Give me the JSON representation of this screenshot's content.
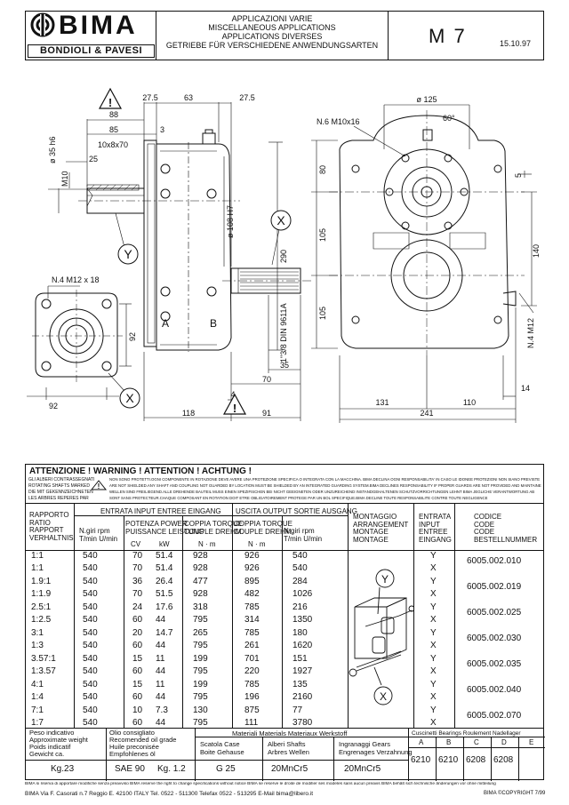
{
  "header": {
    "brand": "BIMA",
    "company": "BONDIOLI & PAVESI",
    "title_lines": [
      "APPLICAZIONI VARIE",
      "MISCELLANEOUS APPLICATIONS",
      "APPLICATIONS DIVERSES",
      "GETRIEBE FÜR VERSCHIEDENE ANWENDUNGSARTEN"
    ],
    "model": "M 7",
    "date": "15.10.97"
  },
  "drawing": {
    "dims": {
      "d275a": "27.5",
      "d63": "63",
      "d275b": "27.5",
      "d88": "88",
      "d85": "85",
      "d3": "3",
      "d35h6": "ø 35 h6",
      "key": "10x8x70",
      "d25": "25",
      "m10": "M10",
      "d108": "ø 108 H7",
      "d290": "290",
      "din": "1\"3/8 DIN 9611A",
      "d35": "35",
      "d70": "70",
      "d4": "4",
      "d118": "118",
      "d91": "91",
      "n4m12x18": "N.4 M12 x 18",
      "d92v": "92",
      "d92h": "92",
      "d125": "ø 125",
      "n6": "N.6 M10x16",
      "a60": "60°",
      "d80": "80",
      "d105a": "105",
      "d105b": "105",
      "d5": "5",
      "d140": "140",
      "n4m12": "N.4 M12",
      "d14": "14",
      "d131": "131",
      "d110": "110",
      "d241": "241"
    },
    "labels": {
      "x": "X",
      "y": "Y",
      "a": "A",
      "b": "B"
    }
  },
  "warning": {
    "title": "ATTENZIONE !   WARNING !   ATTENTION !   ACHTUNG !",
    "left_lines": [
      "GLI ALBERI CONTRASSEGNATI",
      "ROTATING SHAFTS MARKED",
      "DIE MIT GEKENNZEICHNETEN",
      "LES ARBRES REPERES PAR"
    ],
    "right_lines": [
      "NON SONO PROTETTI.OGNI COMPONENTE IN ROTAZIONE DEVE AVERE UNA PROTEZIONE SPECIFICA O INTEGRATA CON LA MACCHINA. BIMA DECLINA OGNI RESPONSABILITA' IN CASO LE IDONEE PROTEZIONI NON SIANO PREVISTE",
      "ARE NOT SHIELDED.ANY SHAFT AND COUPLING NOT GUARDED BY LOCATION MUST BE SHIELDED BY AN INTEGRATED GUARDING SYSTEM.BIMA DECLINES RESPONSABILITY IF PROPER GUARDS ARE NOT PROVIDED AND MAINTAINED",
      "WELLEN SIND FREILIEGEND.ALLE DREHENDE BAUTEIL MUSS EINEN SPEZIFISCHEN BEI NICHT GEEIGNETEN ODER UNZUREICHEND INSTANDGEHALTENEN SCHUTZVORRICHTUNGEN LEHNT BIMA JEGLICHE VERANTWORTUNG AB",
      "SONT SANS PROTECTEUR.CHAQUE COMPOSANT EN ROTATION DOIT ETRE OBLIGATOIREMENT PROTEGE PAR UN BOL SPECIFIQUE.BIMA DECLINE TOUTE RESPONSABILITE CONTRE TOUTE NEGLIGENCE"
    ]
  },
  "table": {
    "head": {
      "ratio": [
        "RAPPORTO",
        "RATIO",
        "RAPPORT",
        "VERHALTNIS"
      ],
      "input_title": "ENTRATA INPUT ENTREE EINGANG",
      "output_title": "USCITA OUTPUT SORTIE AUSGANG",
      "ngiri": "N.giri  rpm",
      "tmin": "T/min  U/min",
      "power": [
        "POTENZA POWER",
        "PUISSANCE LEISTUNG"
      ],
      "cv": "CV",
      "kw": "kW",
      "torque": [
        "COPPIA TORQUE",
        "COUPLE DREHM."
      ],
      "nm": "N · m",
      "montaggio": [
        "MONTAGGIO",
        "ARRANGEMENT",
        "MONTAGE",
        "MONTAGE"
      ],
      "entrata": [
        "ENTRATA",
        "INPUT",
        "ENTREE",
        "EINGANG"
      ],
      "codice": [
        "CODICE",
        "CODE",
        "CODE",
        "BESTELLNUMMER"
      ]
    },
    "groups": [
      {
        "rows": [
          [
            "1:1",
            "540",
            "70",
            "51.4",
            "928",
            "926",
            "540",
            "Y"
          ],
          [
            "1:1",
            "540",
            "70",
            "51.4",
            "928",
            "926",
            "540",
            "X"
          ]
        ],
        "code": "6005.002.010"
      },
      {
        "rows": [
          [
            "1.9:1",
            "540",
            "36",
            "26.4",
            "477",
            "895",
            "284",
            "Y"
          ],
          [
            "1:1.9",
            "540",
            "70",
            "51.5",
            "928",
            "482",
            "1026",
            "X"
          ]
        ],
        "code": "6005.002.019"
      },
      {
        "rows": [
          [
            "2.5:1",
            "540",
            "24",
            "17.6",
            "318",
            "785",
            "216",
            "Y"
          ],
          [
            "1:2.5",
            "540",
            "60",
            "44",
            "795",
            "314",
            "1350",
            "X"
          ]
        ],
        "code": "6005.002.025"
      },
      {
        "rows": [
          [
            "3:1",
            "540",
            "20",
            "14.7",
            "265",
            "785",
            "180",
            "Y"
          ],
          [
            "1:3",
            "540",
            "60",
            "44",
            "795",
            "261",
            "1620",
            "X"
          ]
        ],
        "code": "6005.002.030"
      },
      {
        "rows": [
          [
            "3.57:1",
            "540",
            "15",
            "11",
            "199",
            "701",
            "151",
            "Y"
          ],
          [
            "1:3.57",
            "540",
            "60",
            "44",
            "795",
            "220",
            "1927",
            "X"
          ]
        ],
        "code": "6005.002.035"
      },
      {
        "rows": [
          [
            "4:1",
            "540",
            "15",
            "11",
            "199",
            "785",
            "135",
            "Y"
          ],
          [
            "1:4",
            "540",
            "60",
            "44",
            "795",
            "196",
            "2160",
            "X"
          ]
        ],
        "code": "6005.002.040"
      },
      {
        "rows": [
          [
            "7:1",
            "540",
            "10",
            "7.3",
            "130",
            "875",
            "77",
            "Y"
          ],
          [
            "1:7",
            "540",
            "60",
            "44",
            "795",
            "111",
            "3780",
            "X"
          ]
        ],
        "code": "6005.002.070"
      }
    ],
    "mount_labels": {
      "y": "Y",
      "x": "X"
    },
    "bottom": {
      "weight_lines": [
        "Peso indicativo",
        "Approximate weight",
        "Poids indicatif",
        "Gewicht ca."
      ],
      "weight": "Kg.23",
      "oil_lines": [
        "Olio consigliato",
        "Recomended oil grade",
        "Huile preconisée",
        "Empfohlenes öl"
      ],
      "oil": "SAE 90",
      "oil_qty": "Kg. 1.2",
      "materials_title": "Materiali Materials Materiaux Werkstoff",
      "case_lines": [
        "Scatola Case",
        "Boite Gehause"
      ],
      "case": "G 25",
      "shafts_lines": [
        "Alberi Shafts",
        "Arbres Wellen"
      ],
      "shafts": "20MnCr5",
      "gears_lines": [
        "Ingranaggi Gears",
        "Engrenages Verzahnung"
      ],
      "gears": "20MnCr5",
      "bearings_title": "Cuscinetti Bearings Roulement Nadellager",
      "bearing_letters": [
        "A",
        "B",
        "C",
        "D",
        "E"
      ],
      "bearing_values": [
        "6210",
        "6210",
        "6208",
        "6208",
        ""
      ]
    }
  },
  "footer": {
    "line1": "BIMA si riserva di apportare modifiche senza preavviso    BIMA reserve the right to change specifications without notice    BIMA se reserve le droite de modifier ses modeles sans aucun preavis    BIMA behält sich technische änderungen vor ohne mitteilung",
    "line2": "BIMA Via F. Casorati n.7 Reggio E. 42100 ITALY Tel. 0522 - 511300  Telefax 0522 - 513295    E-Mail bima@libero.it",
    "copyright": "BIMA ©COPYRIGHT 7/99"
  }
}
